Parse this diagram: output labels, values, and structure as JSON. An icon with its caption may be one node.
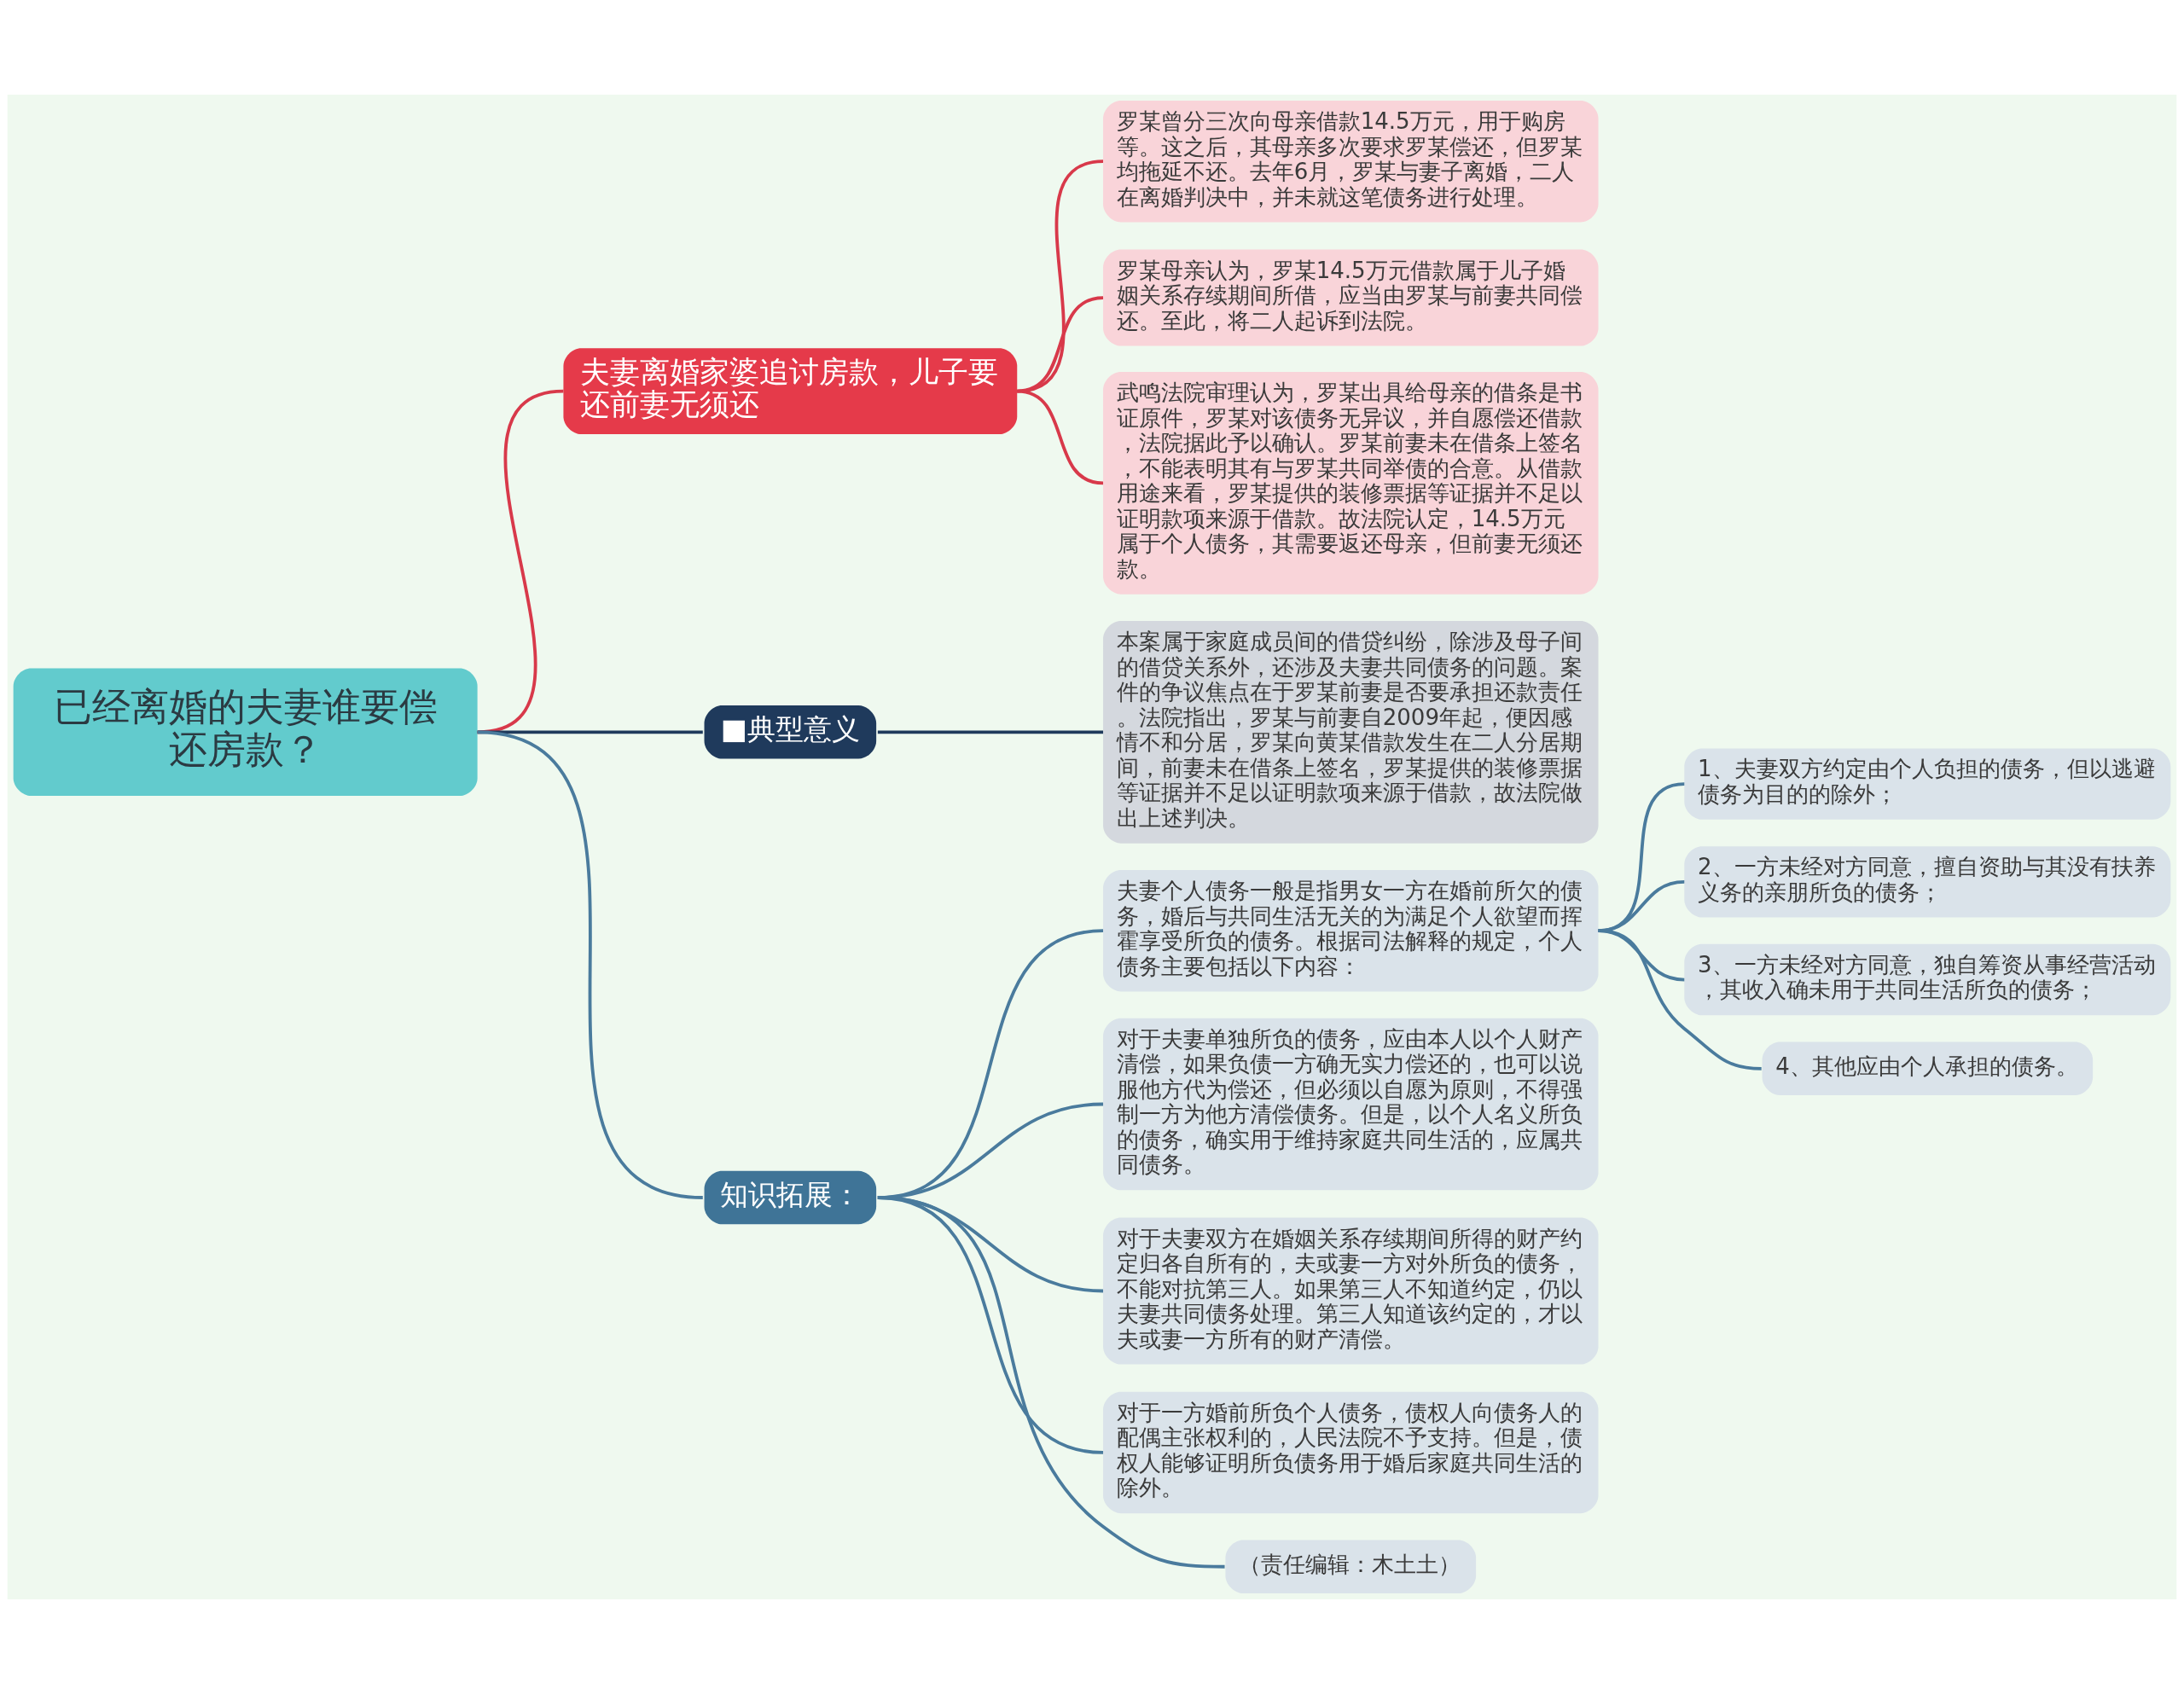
{
  "diagram": {
    "nodes": [
      {
        "text": [
          "已经离婚的夫妻谁要偿还房款？"
        ]
      },
      {
        "text": [
          "夫妻离婚家婆追讨房款，儿子要还前妻无须还"
        ]
      },
      {
        "text": [
          "罗某曾分三次向母亲借款14.5万元，用于购房等。这之后，其母亲多次要求罗某偿还，但罗某均拖延不还。去年6月，罗某与妻子离婚，二人在离婚判决中，并未就这笔债务进行处理。"
        ]
      },
      {
        "text": [
          "罗某母亲认为，罗某14.5万元借款属于儿子婚姻关系存续期间所借，应当由罗某与前妻共同偿还。至此，将二人起诉到法院。"
        ]
      },
      {
        "text": [
          "武鸣法院审理认为，罗某出具给母亲的借条是书证原件，罗某对该债务无异议，并自愿偿还借款，法院据此予以确认。罗某前妻未在借条上签名，不能表明其有与罗某共同举债的合意。从借款用途来看，罗某提供的装修票据等证据并不足以证明款项来源于借款。故法院认定，14.5万元属于个人债务，其需要返还母亲，但前妻无须还款。"
        ]
      },
      {
        "text": [
          "■典型意义"
        ]
      },
      {
        "text": [
          "本案属于家庭成员间的借贷纠纷，除涉及母子间的借贷关系外，还涉及夫妻共同债务的问题。案件的争议焦点在于罗某前妻是否要承担还款责任。法院指出，罗某与前妻自2009年起，便因感情不和分居，罗某向黄某借款发生在二人分居期间，前妻未在借条上签名，罗某提供的装修票据等证据并不足以证明款项来源于借款，故法院做出上述判决。"
        ]
      },
      {
        "text": [
          "知识拓展："
        ]
      },
      {
        "text": [
          "夫妻个人债务一般是指男女一方在婚前所欠的债务，婚后与共同生活无关的为满足个人欲望而挥霍享受所负的债务。根据司法解释的规定，个人债务主要包括以下内容："
        ]
      },
      {
        "text": [
          "1、夫妻双方约定由个人负担的债务，但以逃避债务为目的的除外；"
        ]
      },
      {
        "text": [
          "2、一方未经对方同意，擅自资助与其没有扶养义务的亲朋所负的债务；"
        ]
      },
      {
        "text": [
          "3、一方未经对方同意，独自筹资从事经营活动，其收入确未用于共同生活所负的债务；"
        ]
      },
      {
        "text": [
          "4、其他应由个人承担的债务。"
        ]
      },
      {
        "text": [
          "对于夫妻单独所负的债务，应由本人以个人财产清偿，如果负债一方确无实力偿还的，也可以说服他方代为偿还，但必须以自愿为原则，不得强制一方为他方清偿债务。但是，以个人名义所负的债务，确实用于维持家庭共同生活的，应属共同债务。"
        ]
      },
      {
        "text": [
          "对于夫妻双方在婚姻关系存续期间所得的财产约定归各自所有的，夫或妻一方对外所负的债务，不能对抗第三人。如果第三人不知道约定，仍以夫妻共同债务处理。第三人知道该约定的，才以夫或妻一方所有的财产清偿。"
        ]
      },
      {
        "text": [
          "对于一方婚前所负个人债务，债权人向债务人的配偶主张权利的，人民法院不予支持。但是，债权人能够证明所负债务用于婚后家庭共同生活的除外。"
        ]
      },
      {
        "text": [
          "（责任编辑：木土土）"
        ]
      }
    ],
    "edges": [
      {
        "from": 0,
        "to": 1,
        "arrow": "none",
        "color": "#d8394a"
      },
      {
        "from": 1,
        "to": 2,
        "arrow": "none",
        "color": "#d8394a"
      },
      {
        "from": 1,
        "to": 3,
        "arrow": "none",
        "color": "#d8394a"
      },
      {
        "from": 1,
        "to": 4,
        "arrow": "none",
        "color": "#d8394a"
      },
      {
        "from": 0,
        "to": 5,
        "arrow": "none",
        "color": "#1f3a5c"
      },
      {
        "from": 5,
        "to": 6,
        "arrow": "none",
        "color": "#1f3a5c"
      },
      {
        "from": 0,
        "to": 7,
        "arrow": "none"
      },
      {
        "from": 7,
        "to": 8,
        "arrow": "none"
      },
      {
        "from": 8,
        "to": 9,
        "arrow": "none"
      },
      {
        "from": 8,
        "to": 10,
        "arrow": "none"
      },
      {
        "from": 8,
        "to": 11,
        "arrow": "none"
      },
      {
        "from": 8,
        "to": 12,
        "arrow": "none"
      },
      {
        "from": 7,
        "to": 13,
        "arrow": "none"
      },
      {
        "from": 7,
        "to": 14,
        "arrow": "none"
      },
      {
        "from": 7,
        "to": 15,
        "arrow": "none"
      },
      {
        "from": 7,
        "to": 16,
        "arrow": "none"
      }
    ]
  }
}
